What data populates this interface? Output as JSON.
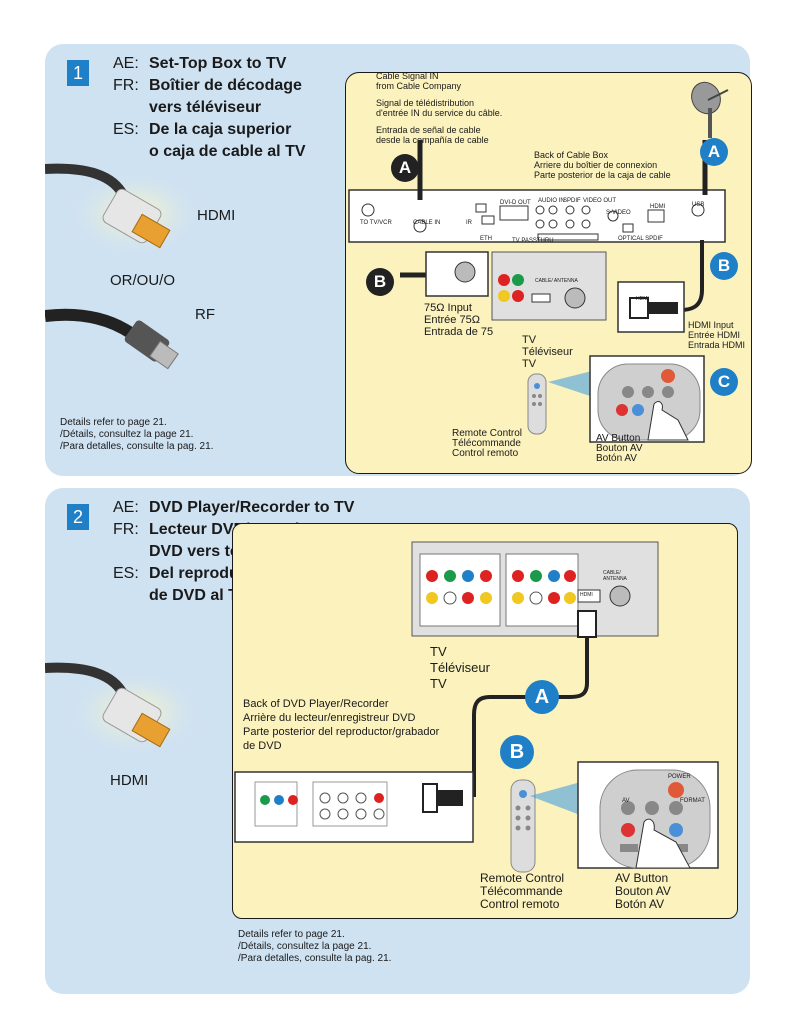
{
  "section1": {
    "number": "1",
    "heading": [
      {
        "code": "AE:",
        "text": "Set-Top Box to TV"
      },
      {
        "code": "FR:",
        "text": "Boîtier de décodage"
      },
      {
        "code": "",
        "text": "vers téléviseur"
      },
      {
        "code": "ES:",
        "text": "De la caja superior"
      },
      {
        "code": "",
        "text": "o caja de cable al TV"
      }
    ],
    "cable_hdmi": "HDMI",
    "or_text": "OR/OU/O",
    "cable_rf": "RF",
    "cable_signal": [
      "Cable Signal IN",
      "from Cable Company"
    ],
    "cable_signal_fr": [
      "Signal de télédistribution",
      "d'entrée IN du service du câble."
    ],
    "cable_signal_es": [
      "Entrada de señal de cable",
      "desde la compañía de cable"
    ],
    "back_of_box": [
      "Back of Cable Box",
      "Arriere du boîtier de connexion",
      "Parte posterior de la caja de cable"
    ],
    "input_75": [
      "75Ω Input",
      "Entrée 75Ω",
      "Entrada de 75"
    ],
    "hdmi_input": [
      "HDMI Input",
      "Entrée HDMI",
      "Entrada HDMI"
    ],
    "tv": [
      "TV",
      "Téléviseur",
      "TV"
    ],
    "remote": [
      "Remote Control",
      "Télécommande",
      "Control remoto"
    ],
    "av_button": [
      "AV Button",
      "Bouton AV",
      "Botón AV"
    ],
    "details": [
      "Details refer to page 21.",
      "/Détails, consultez la page 21.",
      "/Para detalles, consulte la pag. 21."
    ],
    "badges": {
      "a": "A",
      "b": "B",
      "c": "C"
    },
    "box_labels": {
      "cable_in": "CABLE IN",
      "to_tv": "TO TV/VCR",
      "ir": "IR",
      "eth": "ETH",
      "usb": "USB",
      "audio_in": "AUDIO IN",
      "spdif": "SPDIF",
      "video_out": "VIDEO OUT",
      "svideo": "S-VIDEO",
      "dvi": "DVI-D OUT",
      "tv_passthru": "TV PASSTHRU",
      "optical": "OPTICAL SPDIF",
      "hdmi": "HDMI",
      "hdmi_out": "HDMI OUT",
      "cable_antenna": "CABLE/ ANTENNA"
    }
  },
  "section2": {
    "number": "2",
    "heading": [
      {
        "code": "AE:",
        "text": "DVD Player/Recorder to TV"
      },
      {
        "code": "FR:",
        "text": "Lecteur DVD/Enregistreur"
      },
      {
        "code": "",
        "text": "DVD vers téléviseur"
      },
      {
        "code": "ES:",
        "text": "Del reproductor o grabador"
      },
      {
        "code": "",
        "text": "de DVD al TV"
      }
    ],
    "cable_hdmi": "HDMI",
    "tv": [
      "TV",
      "Téléviseur",
      "TV"
    ],
    "back_of_dvd": [
      "Back of DVD Player/Recorder",
      "Arrière du lecteur/enregistreur DVD",
      "Parte posterior del reproductor/grabador",
      "de DVD"
    ],
    "remote": [
      "Remote Control",
      "Télécommande",
      "Control remoto"
    ],
    "av_button": [
      "AV Button",
      "Bouton AV",
      "Botón AV"
    ],
    "details": [
      "Details refer to page 21.",
      "/Détails, consultez la page 21.",
      "/Para detalles, consulte la pag. 21."
    ],
    "badges": {
      "a": "A",
      "b": "B"
    },
    "tv_labels": {
      "cable_antenna": "CABLE/ ANTENNA",
      "hdmi": "HDMI"
    },
    "remote_labels": {
      "power": "POWER",
      "format": "FORMAT",
      "av": "AV"
    }
  },
  "colors": {
    "panel": "#cfe2f2",
    "yellow": "#fbf2bd",
    "accent_blue": "#1f7fc7",
    "dark": "#222222"
  }
}
